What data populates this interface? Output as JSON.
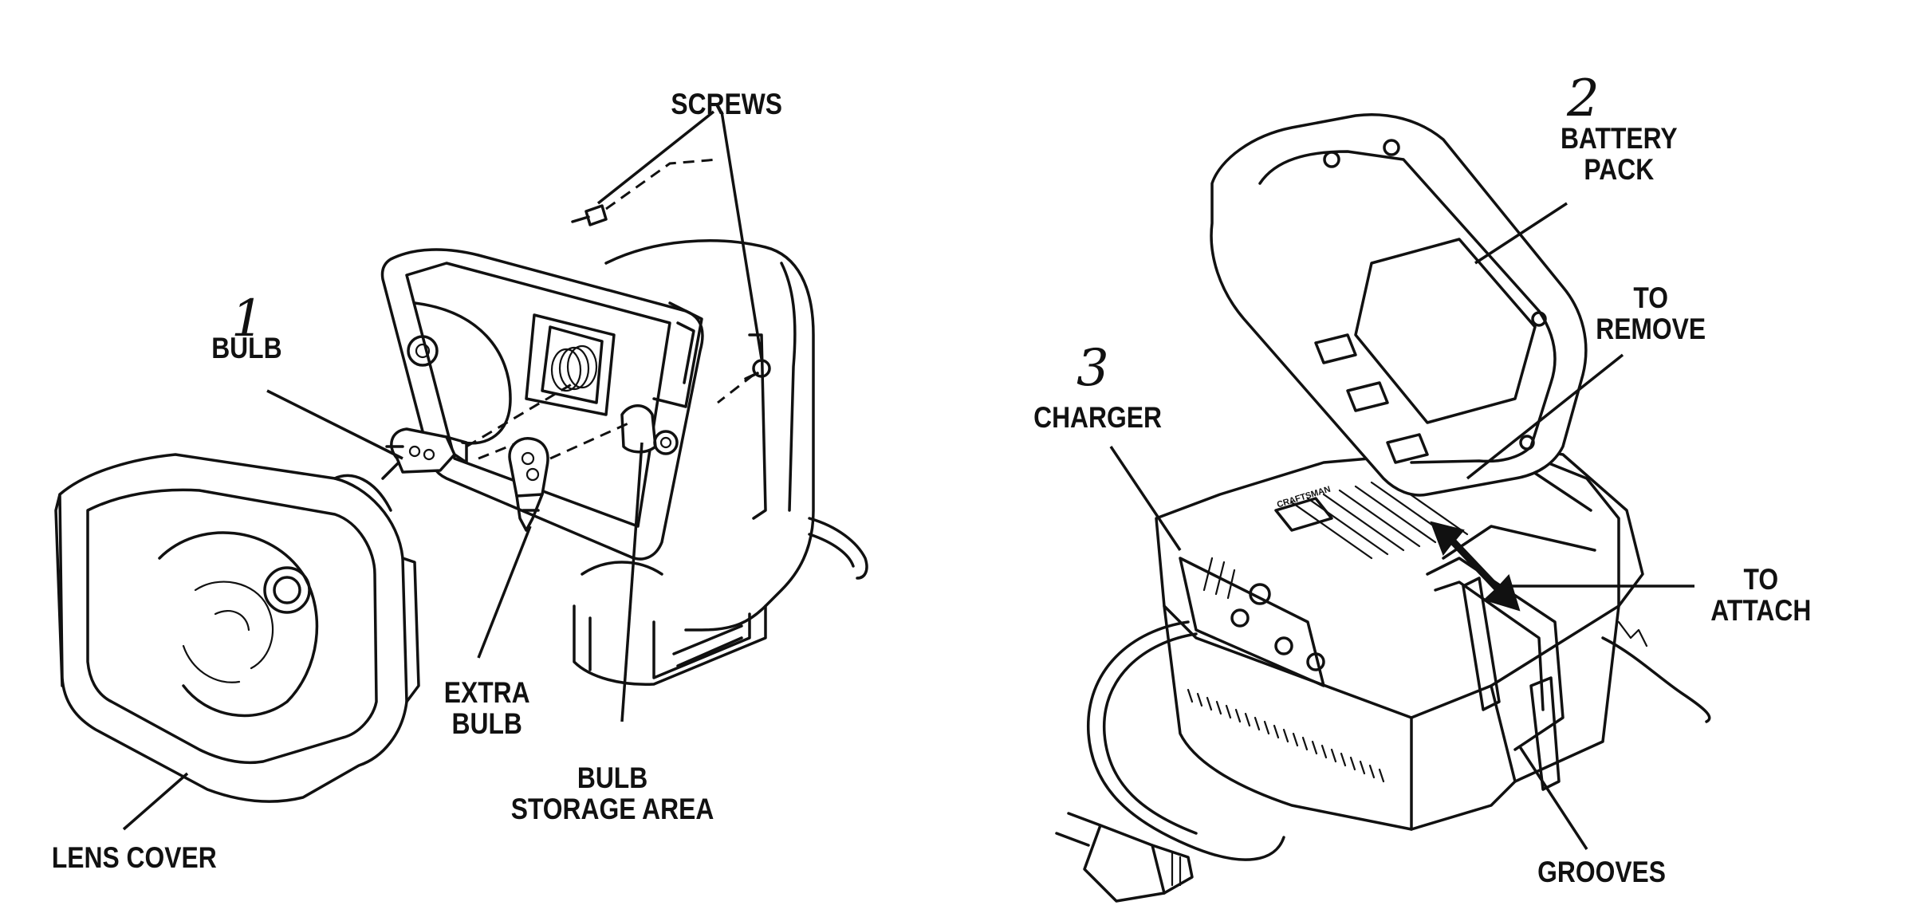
{
  "figure_left": {
    "step_number": "1",
    "labels": {
      "screws": "SCREWS",
      "bulb": "BULB",
      "extra_bulb_line1": "EXTRA",
      "extra_bulb_line2": "BULB",
      "bulb_storage_line1": "BULB",
      "bulb_storage_line2": "STORAGE AREA",
      "lens_cover": "LENS COVER"
    }
  },
  "figure_right": {
    "step_numbers": {
      "battery": "2",
      "charger": "3"
    },
    "labels": {
      "battery_pack_line1": "BATTERY",
      "battery_pack_line2": "PACK",
      "to_remove_line1": "TO",
      "to_remove_line2": "REMOVE",
      "charger": "CHARGER",
      "to_attach_line1": "TO",
      "to_attach_line2": "ATTACH",
      "grooves": "GROOVES"
    },
    "brand_plate": "CRAFTSMAN"
  }
}
